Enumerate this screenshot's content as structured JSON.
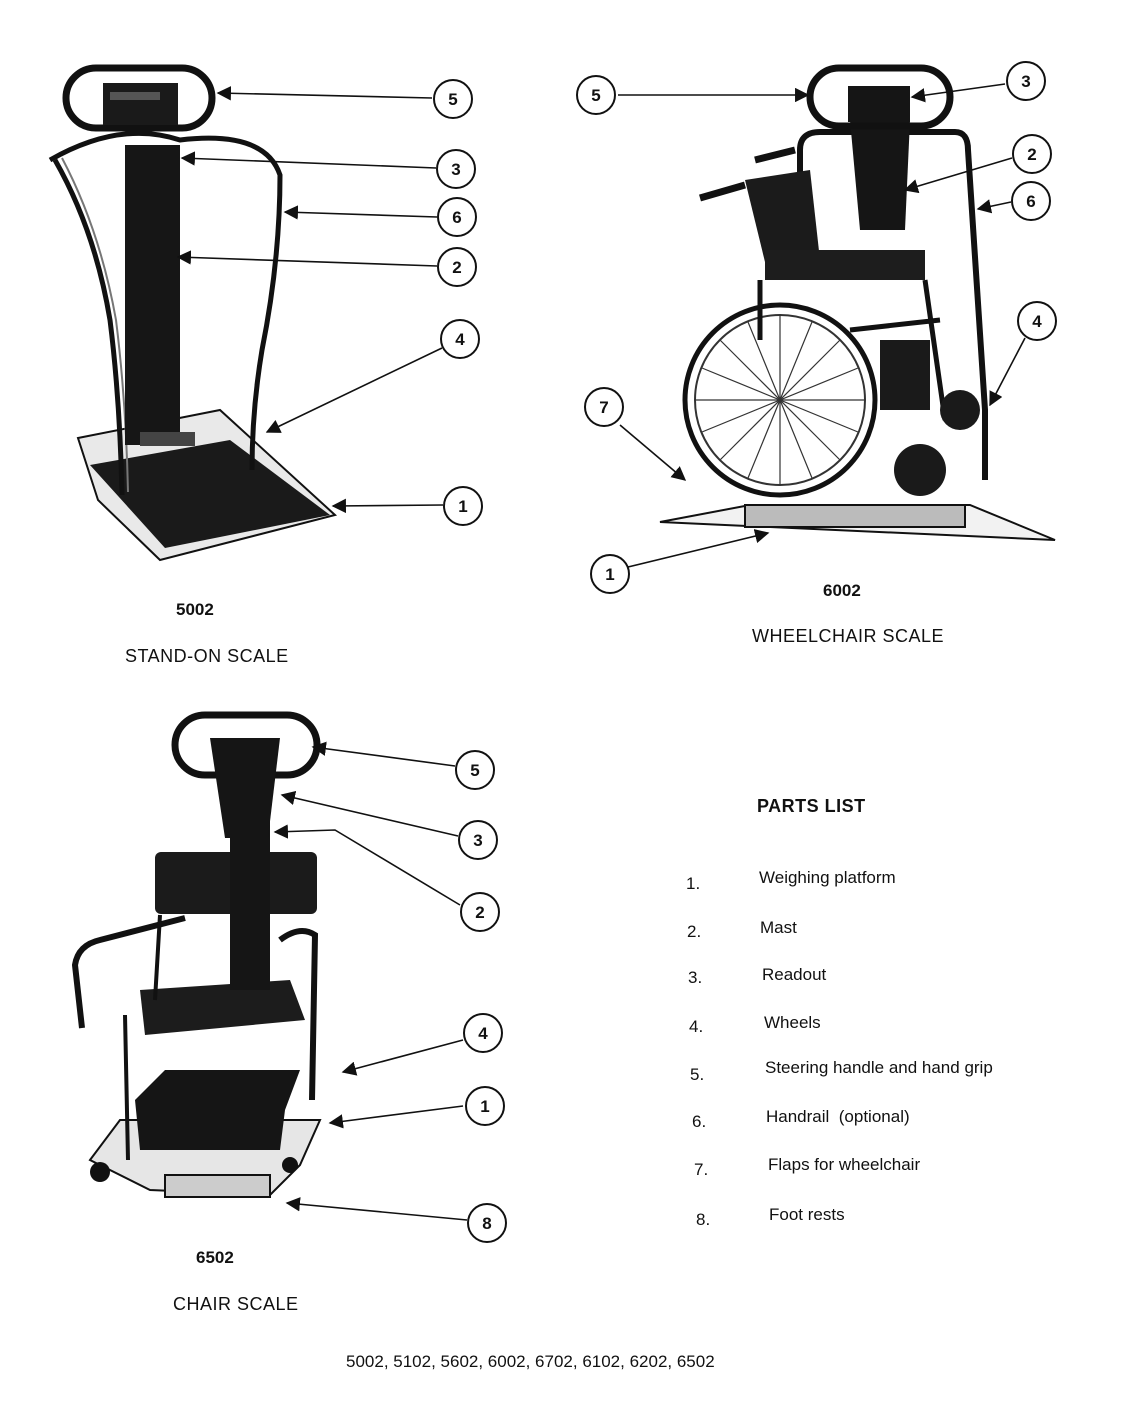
{
  "diagrams": {
    "stand_on": {
      "model": "5002",
      "caption": "STAND-ON SCALE"
    },
    "wheelchair": {
      "model": "6002",
      "caption": "WHEELCHAIR SCALE"
    },
    "chair": {
      "model": "6502",
      "caption": "CHAIR SCALE"
    }
  },
  "callouts": {
    "stand_on": [
      "5",
      "3",
      "6",
      "2",
      "4",
      "1"
    ],
    "wheelchair": [
      "5",
      "3",
      "2",
      "6",
      "4",
      "7",
      "1"
    ],
    "chair": [
      "5",
      "3",
      "2",
      "4",
      "1",
      "8"
    ]
  },
  "parts_list": {
    "title": "PARTS LIST",
    "items": [
      {
        "num": "1.",
        "name": "Weighing platform"
      },
      {
        "num": "2.",
        "name": "Mast"
      },
      {
        "num": "3.",
        "name": "Readout"
      },
      {
        "num": "4.",
        "name": "Wheels"
      },
      {
        "num": "5.",
        "name": "Steering handle and hand grip"
      },
      {
        "num": "6.",
        "name": "Handrail  (optional)"
      },
      {
        "num": "7.",
        "name": "Flaps for wheelchair"
      },
      {
        "num": "8.",
        "name": "Foot rests"
      }
    ]
  },
  "footer": "5002, 5102, 5602, 6002, 6702, 6102, 6202, 6502"
}
